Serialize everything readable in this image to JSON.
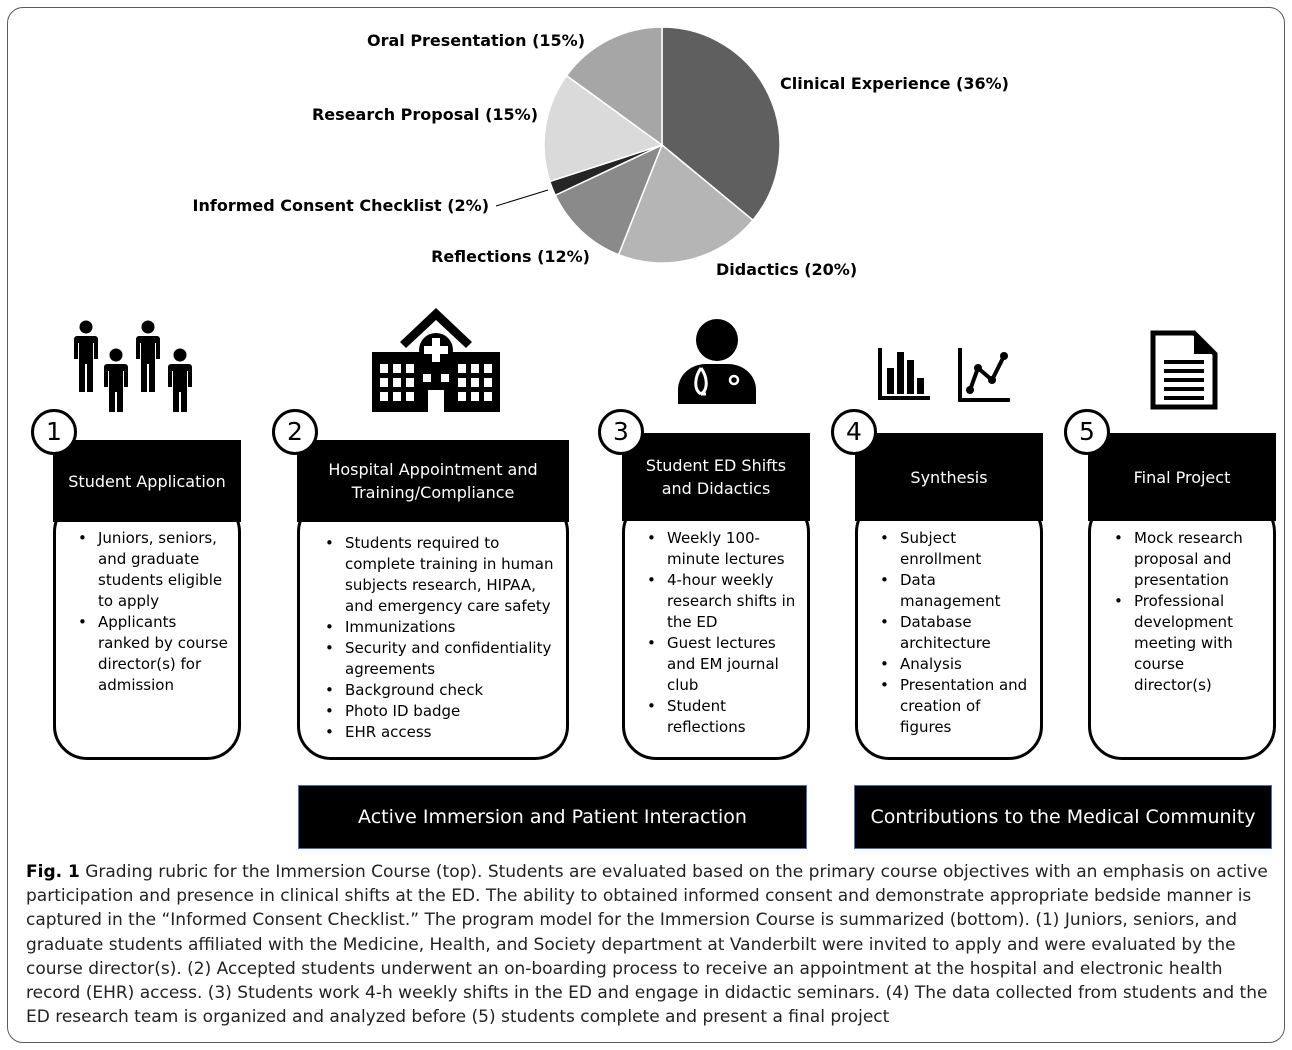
{
  "chart_data": {
    "type": "pie",
    "title": "",
    "slices": [
      {
        "label": "Clinical Experience (36%)",
        "value": 36,
        "color": "#5f5f5f"
      },
      {
        "label": "Didactics (20%)",
        "value": 20,
        "color": "#b5b5b5"
      },
      {
        "label": "Reflections (12%)",
        "value": 12,
        "color": "#8a8a8a"
      },
      {
        "label": "Informed Consent Checklist (2%)",
        "value": 2,
        "color": "#262626"
      },
      {
        "label": "Research Proposal (15%)",
        "value": 15,
        "color": "#dadada"
      },
      {
        "label": "Oral Presentation (15%)",
        "value": 15,
        "color": "#a6a6a6"
      }
    ]
  },
  "steps": [
    {
      "number": "1",
      "title": "Student Application",
      "icon": "people-icon",
      "bullets": [
        "Juniors, seniors, and graduate students eligible to apply",
        "Applicants ranked by course director(s) for admission"
      ]
    },
    {
      "number": "2",
      "title": "Hospital Appointment and Training/Compliance",
      "icon": "hospital-icon",
      "bullets": [
        "Students required to complete training in human subjects research, HIPAA, and emergency care safety",
        "Immunizations",
        "Security and confidentiality agreements",
        "Background check",
        "Photo ID badge",
        "EHR access"
      ]
    },
    {
      "number": "3",
      "title": "Student ED Shifts and Didactics",
      "icon": "doctor-icon",
      "bullets": [
        "Weekly 100-minute lectures",
        "4-hour weekly research shifts in the ED",
        "Guest lectures and EM journal club",
        "Student reflections"
      ]
    },
    {
      "number": "4",
      "title": "Synthesis",
      "icon": "bar-chart-icon",
      "bullets": [
        "Subject enrollment",
        "Data management",
        "Database architecture",
        "Analysis",
        "Presentation and creation of figures"
      ]
    },
    {
      "number": "5",
      "title": "Final Project",
      "icon": "document-icon",
      "bullets": [
        "Mock research proposal and presentation",
        "Professional development meeting with course director(s)"
      ]
    }
  ],
  "banners": {
    "left": "Active Immersion and Patient Interaction",
    "right": "Contributions to the Medical Community"
  },
  "caption": {
    "label": "Fig. 1",
    "text": " Grading rubric for the Immersion Course (top). Students are evaluated based on the primary course objectives with an emphasis on active participation and presence in clinical shifts at the ED. The ability to obtained informed consent and demonstrate appropriate bedside manner is captured in the “Informed Consent Checklist.” The program model for the Immersion Course is summarized (bottom). (1) Juniors, seniors, and graduate students affiliated with the Medicine, Health, and Society department at Vanderbilt were invited to apply and were evaluated by the course director(s). (2) Accepted students underwent an on-boarding process to receive an appointment at the hospital and electronic health record (EHR) access. (3) Students work 4-h weekly shifts in the ED and engage in didactic seminars. (4) The data collected from students and the ED research team is organized and analyzed before (5) students complete and present a final project"
  }
}
